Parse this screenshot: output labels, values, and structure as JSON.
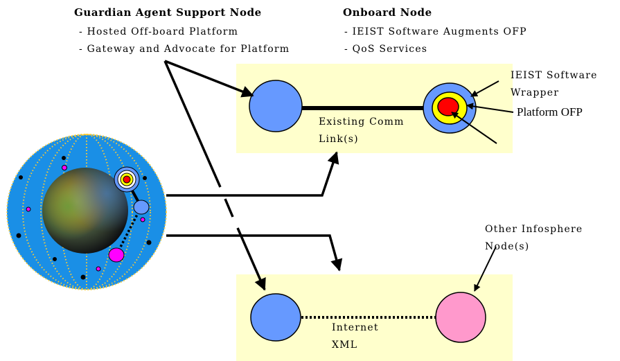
{
  "guardian": {
    "title": "Guardian Agent Support Node",
    "bullets": [
      "- Hosted Off-board Platform",
      "- Gateway and Advocate for Platform"
    ]
  },
  "onboard": {
    "title": "Onboard Node",
    "bullets": [
      "- IEIST Software Augments OFP",
      "- QoS Services"
    ]
  },
  "labels": {
    "wrapper_line1": "IEIST Software",
    "wrapper_line2": "Wrapper",
    "platform_ofp": "Platform OFP",
    "comm_line1": "Existing Comm",
    "comm_line2": "Link(s)",
    "other_line1": "Other Infosphere",
    "other_line2": "Node(s)",
    "internet": "Internet",
    "xml": "XML"
  },
  "colors": {
    "panel": "#ffffcc",
    "node_blue": "#6699ff",
    "node_pink": "#ff99cc",
    "target_red": "#ff0000",
    "target_yellow": "#ffff00",
    "globe_blue": "#1a8fe6",
    "globe_dots": "#ffcc33",
    "magenta": "#ff00ff"
  }
}
